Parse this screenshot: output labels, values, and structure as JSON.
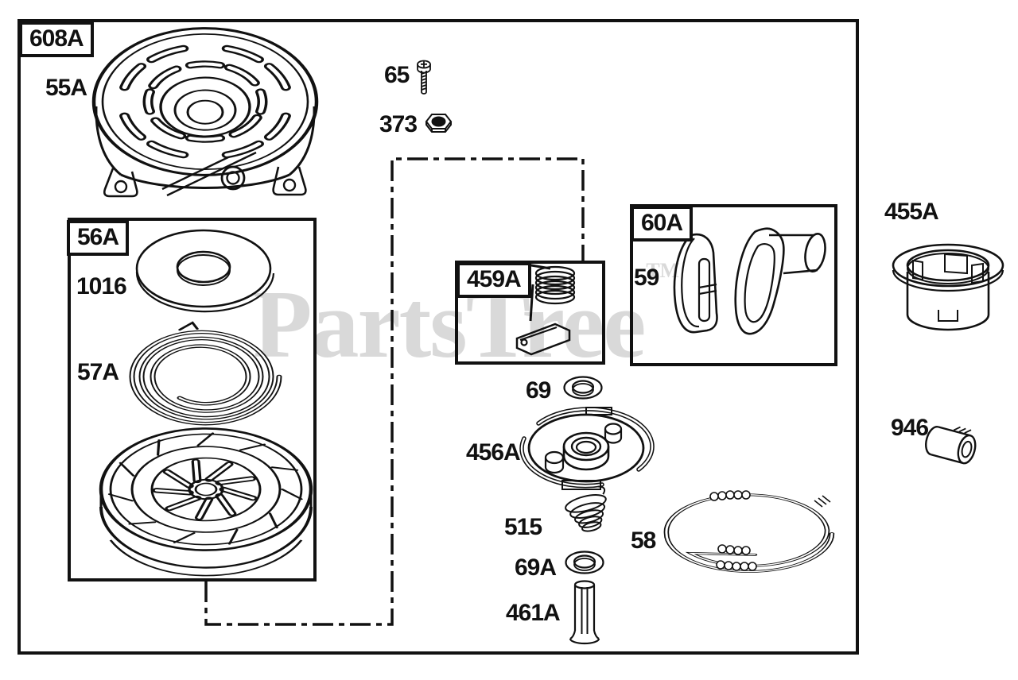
{
  "watermark": {
    "text": "PartsTree",
    "tm": "TM"
  },
  "callouts": {
    "c608A": "608A",
    "c55A": "55A",
    "c65": "65",
    "c373": "373",
    "c56A": "56A",
    "c1016": "1016",
    "c57A": "57A",
    "c459A": "459A",
    "c60A": "60A",
    "c59": "59",
    "c455A": "455A",
    "c69": "69",
    "c456A": "456A",
    "c515": "515",
    "c58": "58",
    "c69A": "69A",
    "c461A": "461A",
    "c946": "946"
  },
  "colors": {
    "line": "#111111",
    "watermark": "#d9d9d9",
    "background": "#ffffff"
  }
}
